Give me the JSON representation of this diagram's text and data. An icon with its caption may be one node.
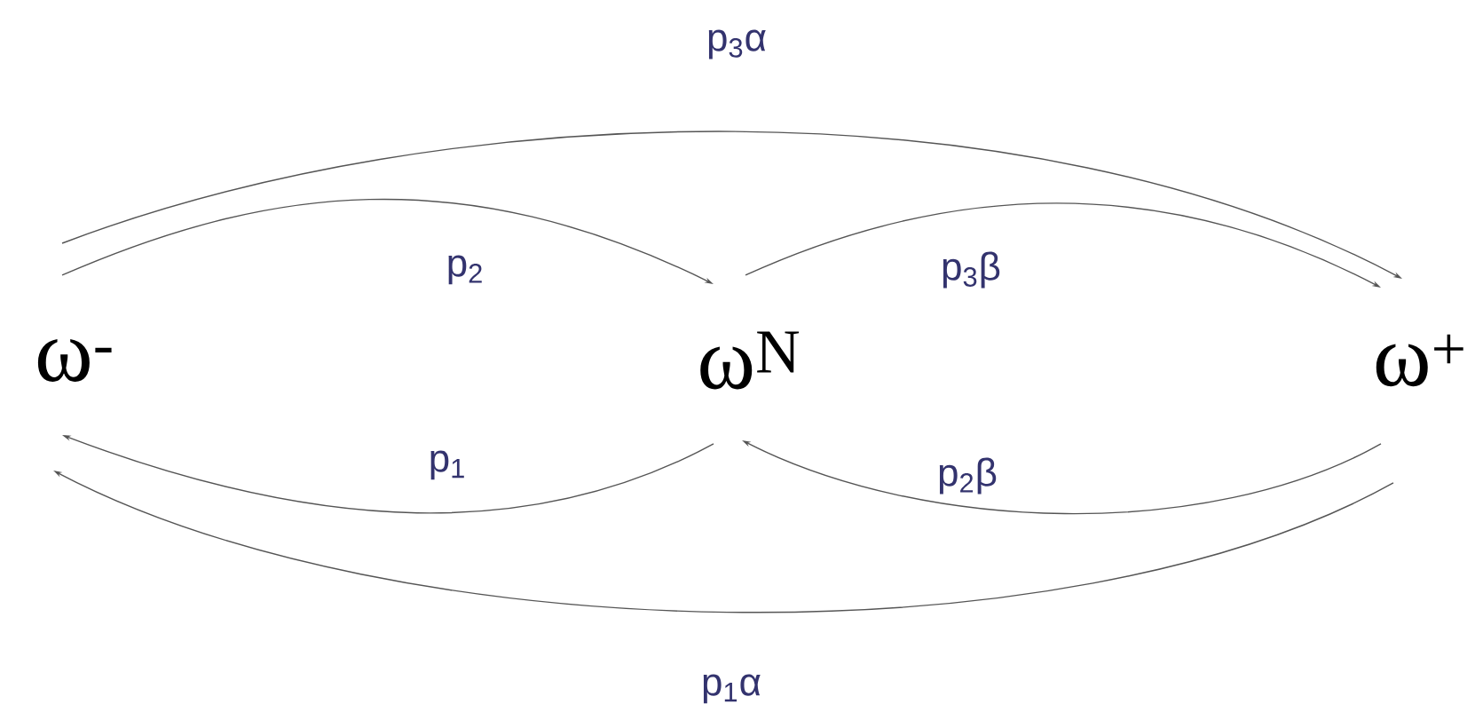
{
  "diagram": {
    "nodes": [
      {
        "text": [
          "ω$^{-}$"
        ]
      },
      {
        "text": [
          "ω$^{N}$"
        ]
      },
      {
        "text": [
          "ω$^{+}$"
        ]
      }
    ],
    "edges": [
      {
        "from": 0,
        "to": 2,
        "arrow": "to",
        "label": "p$_{3}$α"
      },
      {
        "from": 0,
        "to": 1,
        "arrow": "to",
        "label": "p$_{2}$"
      },
      {
        "from": 1,
        "to": 2,
        "arrow": "to",
        "label": "p$_{3}$β"
      },
      {
        "from": 1,
        "to": 0,
        "arrow": "to",
        "label": "p$_{1}$"
      },
      {
        "from": 2,
        "to": 1,
        "arrow": "to",
        "label": "p$_{2}$β"
      },
      {
        "from": 2,
        "to": 0,
        "arrow": "to",
        "label": "p$_{1}$α"
      }
    ]
  }
}
